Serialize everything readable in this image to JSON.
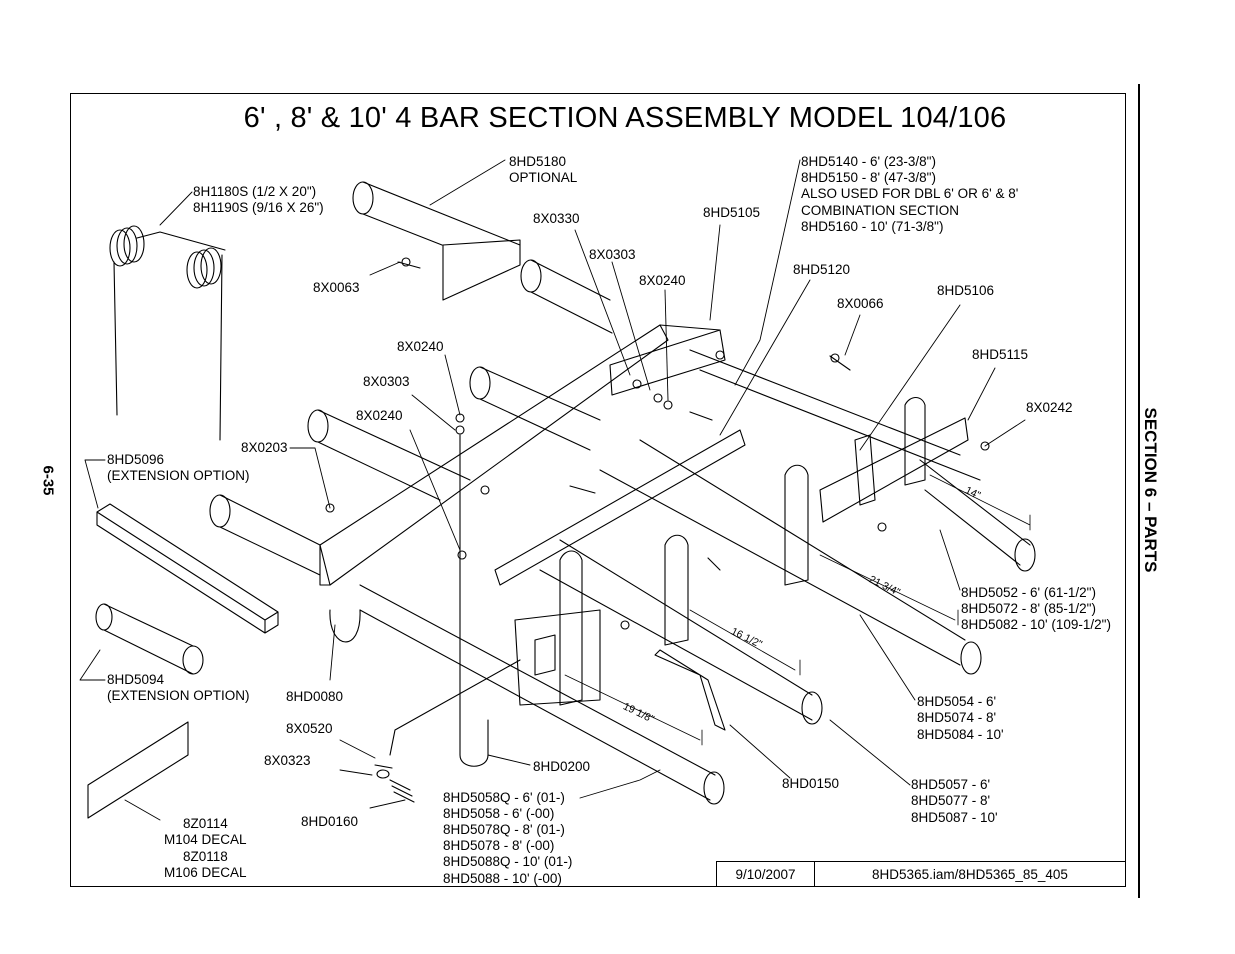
{
  "title": "6' , 8' & 10' 4 BAR SECTION ASSEMBLY MODEL 104/106",
  "page_number": "6-35",
  "section_label": "SECTION 6 – PARTS",
  "title_block": {
    "date": "9/10/2007",
    "file": "8HD5365.iam/8HD5365_85_405"
  },
  "callouts": {
    "tine_1": "8H1180S (1/2 X 20\")",
    "tine_2": "8H1190S (9/16 X 26\")",
    "hd5180": "8HD5180",
    "optional": "OPTIONAL",
    "hd5140": "8HD5140 - 6' (23-3/8\")",
    "hd5150": "8HD5150 - 8' (47-3/8\")",
    "also_used": "ALSO USED FOR DBL 6' OR 6' & 8'",
    "combination": "COMBINATION SECTION",
    "hd5160": "8HD5160 - 10' (71-3/8\")",
    "x0330": "8X0330",
    "hd5105": "8HD5105",
    "x0303_top": "8X0303",
    "x0240_top": "8X0240",
    "hd5120": "8HD5120",
    "x0063": "8X0063",
    "x0066": "8X0066",
    "hd5106": "8HD5106",
    "x0240_mid": "8X0240",
    "hd5115": "8HD5115",
    "x0303_mid": "8X0303",
    "x0242": "8X0242",
    "x0240_low": "8X0240",
    "x0203": "8X0203",
    "hd5096": "8HD5096",
    "extension_1": "(EXTENSION OPTION)",
    "hd5052": "8HD5052 - 6' (61-1/2\")",
    "hd5072": "8HD5072 - 8' (85-1/2\")",
    "hd5082": "8HD5082 - 10' (109-1/2\")",
    "hd5094": "8HD5094",
    "extension_2": "(EXTENSION OPTION)",
    "hd0080": "8HD0080",
    "hd5054": "8HD5054 - 6'",
    "hd5074": "8HD5074 - 8'",
    "hd5084": "8HD5084 - 10'",
    "x0520": "8X0520",
    "x0323": "8X0323",
    "hd0200": "8HD0200",
    "hd0150": "8HD0150",
    "hd5057": "8HD5057 - 6'",
    "hd5077": "8HD5077 - 8'",
    "hd5087": "8HD5087 - 10'",
    "hd0160": "8HD0160",
    "hd5058q": "8HD5058Q - 6' (01-)",
    "hd5058": "8HD5058 - 6' (-00)",
    "hd5078q": "8HD5078Q - 8' (01-)",
    "hd5078": "8HD5078 - 8' (-00)",
    "hd5088q": "8HD5088Q - 10' (01-)",
    "hd5088": "8HD5088 - 10' (-00)",
    "z0114": "8Z0114",
    "m104": "M104 DECAL",
    "z0118": "8Z0118",
    "m106": "M106 DECAL"
  },
  "dimensions": {
    "d14": "14\"",
    "d21": "21 3/4\"",
    "d16": "16 1/2\"",
    "d19": "19 1/8\""
  }
}
